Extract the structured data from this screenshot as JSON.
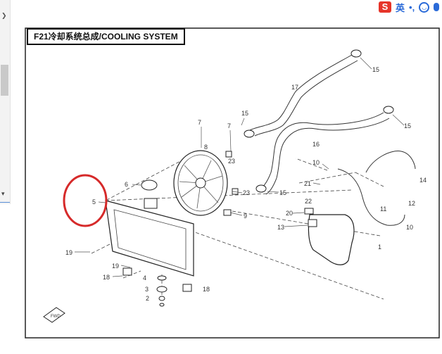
{
  "title": "F21冷却系统总成/COOLING SYSTEM",
  "ime": {
    "logo": "S",
    "text": "英"
  },
  "callouts": [
    {
      "id": "c15a",
      "text": "15"
    },
    {
      "id": "c17",
      "text": "17"
    },
    {
      "id": "c15b",
      "text": "15"
    },
    {
      "id": "c15c",
      "text": "15"
    },
    {
      "id": "c16",
      "text": "16"
    },
    {
      "id": "c7a",
      "text": "7"
    },
    {
      "id": "c7b",
      "text": "7"
    },
    {
      "id": "c8",
      "text": "8"
    },
    {
      "id": "c23a",
      "text": "23"
    },
    {
      "id": "c23b",
      "text": "23"
    },
    {
      "id": "c15d",
      "text": "15"
    },
    {
      "id": "c6",
      "text": "6"
    },
    {
      "id": "c5",
      "text": "5"
    },
    {
      "id": "c9",
      "text": "9"
    },
    {
      "id": "c10a",
      "text": "10"
    },
    {
      "id": "c21",
      "text": "21"
    },
    {
      "id": "c22",
      "text": "22"
    },
    {
      "id": "c20",
      "text": "20"
    },
    {
      "id": "c13",
      "text": "13"
    },
    {
      "id": "c11",
      "text": "11"
    },
    {
      "id": "c14",
      "text": "14"
    },
    {
      "id": "c12",
      "text": "12"
    },
    {
      "id": "c10b",
      "text": "10"
    },
    {
      "id": "c1",
      "text": "1"
    },
    {
      "id": "c19a",
      "text": "19"
    },
    {
      "id": "c19b",
      "text": "19"
    },
    {
      "id": "c4",
      "text": "4"
    },
    {
      "id": "c18a",
      "text": "18"
    },
    {
      "id": "c3",
      "text": "3"
    },
    {
      "id": "c2",
      "text": "2"
    },
    {
      "id": "c18b",
      "text": "18"
    }
  ],
  "highlight": {
    "color": "#d62a2a"
  }
}
